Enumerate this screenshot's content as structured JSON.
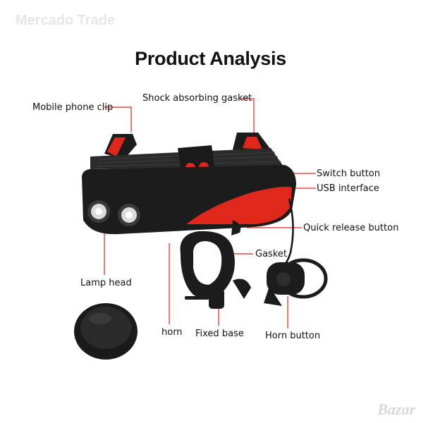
{
  "watermark": "Mercado Trade",
  "title": "Product Analysis",
  "labels": {
    "mobile_phone_clip": "Mobile phone clip",
    "shock_absorbing_gasket": "Shock absorbing gasket",
    "switch_button": "Switch button",
    "usb_interface": "USB interface",
    "quick_release_button": "Quick release button",
    "gasket": "Gasket",
    "lamp_head": "Lamp head",
    "horn": "horn",
    "fixed_base": "Fixed base",
    "horn_button": "Horn button"
  },
  "corner_logo": "Bazar",
  "colors": {
    "accent_red": "#e0271b",
    "body_black": "#1c1c1c",
    "leader_line": "#e0271b"
  }
}
